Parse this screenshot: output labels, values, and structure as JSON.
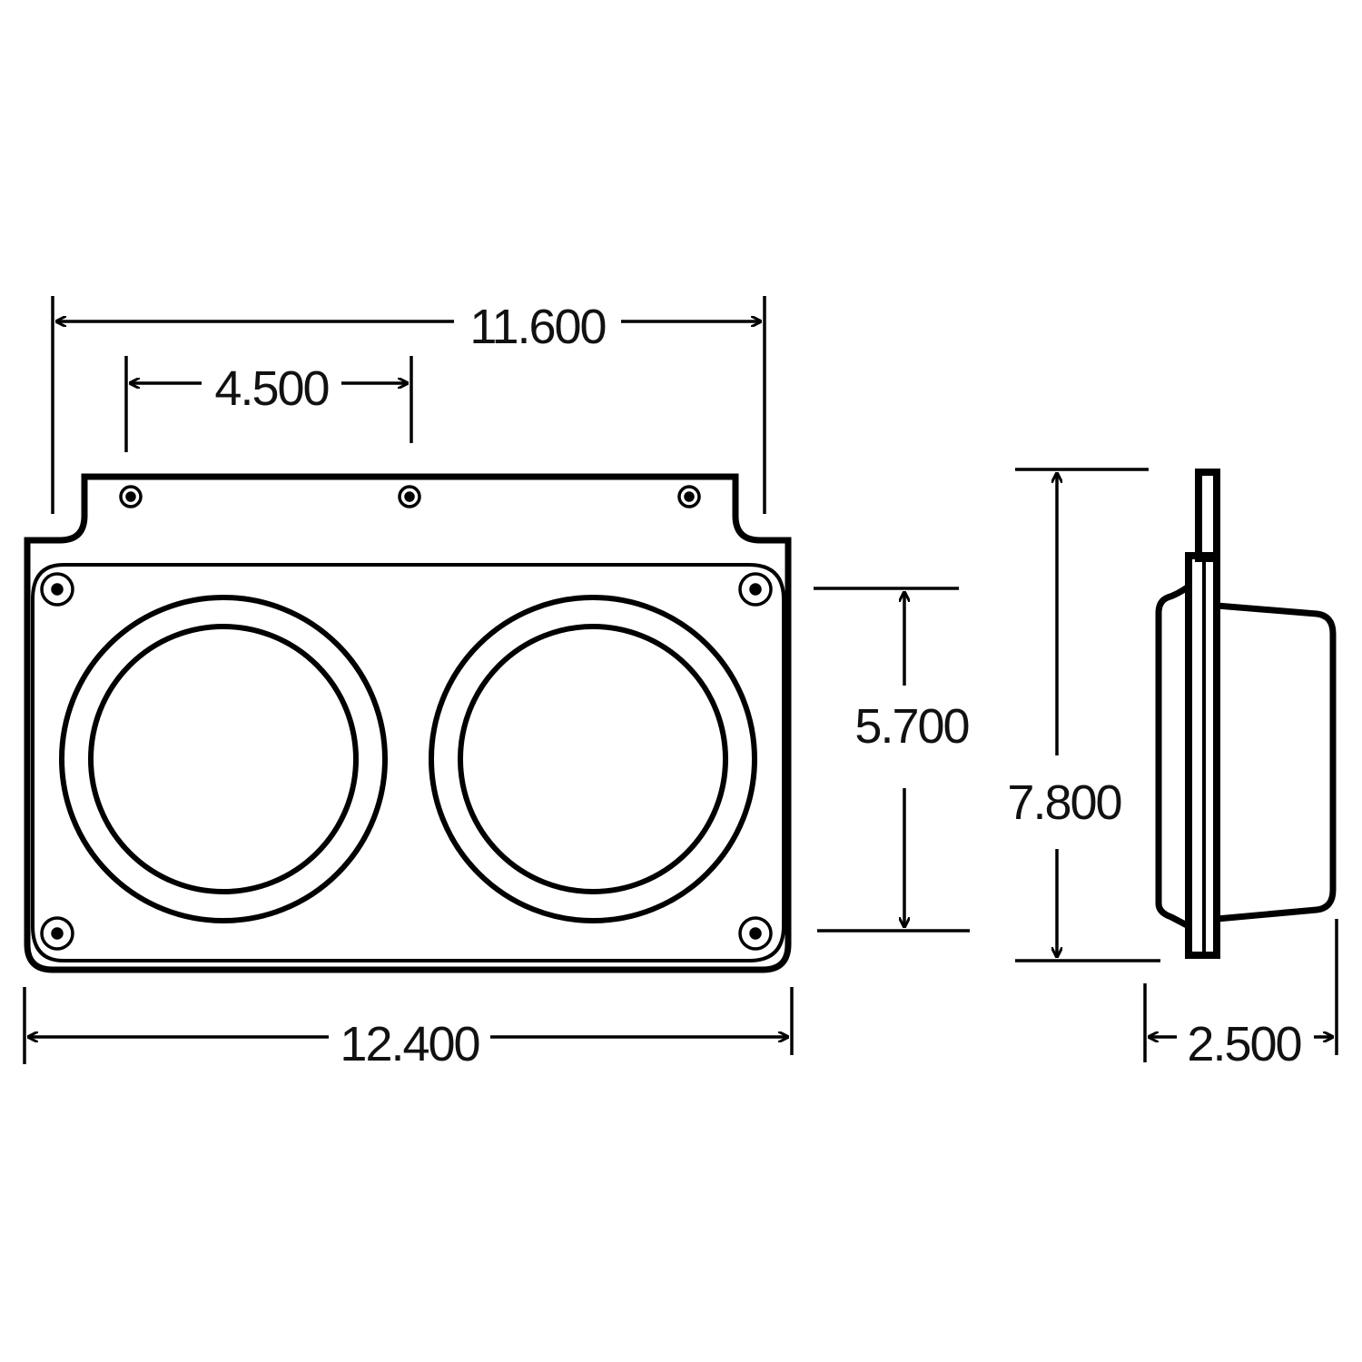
{
  "diagram": {
    "title": "Dual round lamp housing dimension drawing",
    "units": "inches",
    "colors": {
      "line": "#000000",
      "background": "#ffffff"
    },
    "dimensions": {
      "overall_top_width": "11.600",
      "hole_spacing": "4.500",
      "overall_width": "12.400",
      "lens_height": "5.700",
      "overall_height": "7.800",
      "depth": "2.500"
    },
    "views": [
      {
        "name": "front-view",
        "features": [
          "flange plate",
          "two round lamp openings",
          "three top mounting holes",
          "four corner screws"
        ]
      },
      {
        "name": "side-view",
        "features": [
          "flange",
          "housing body"
        ]
      }
    ]
  }
}
